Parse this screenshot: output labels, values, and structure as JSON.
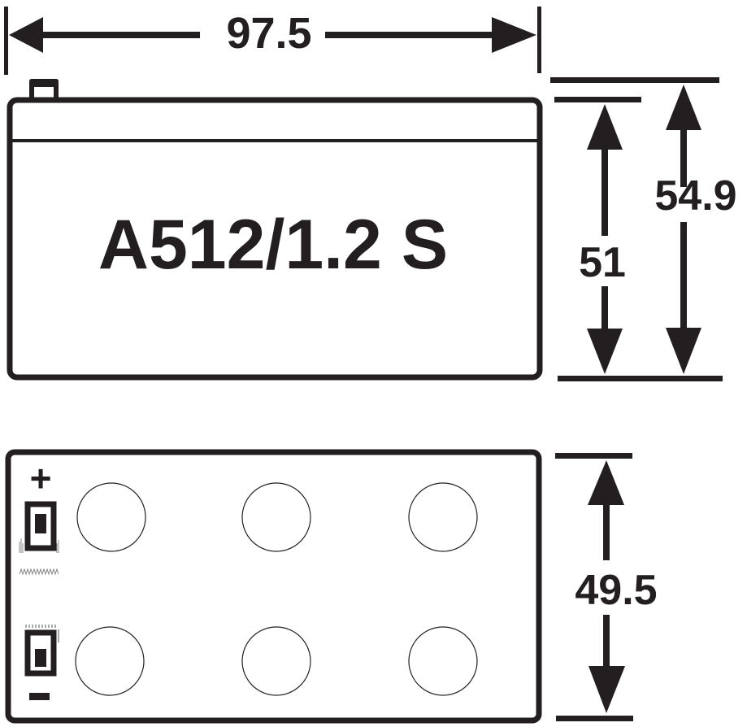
{
  "diagram": {
    "colors": {
      "ink": "#231f20",
      "background": "#ffffff"
    },
    "front_view": {
      "model_label": "A512/1.2 S"
    },
    "dimensions": {
      "length": "97.5",
      "case_height": "51",
      "total_height": "54.9",
      "width": "49.5"
    },
    "top_view": {
      "positive_symbol": "+",
      "negative_symbol": "−",
      "cell_caps": 6
    }
  }
}
